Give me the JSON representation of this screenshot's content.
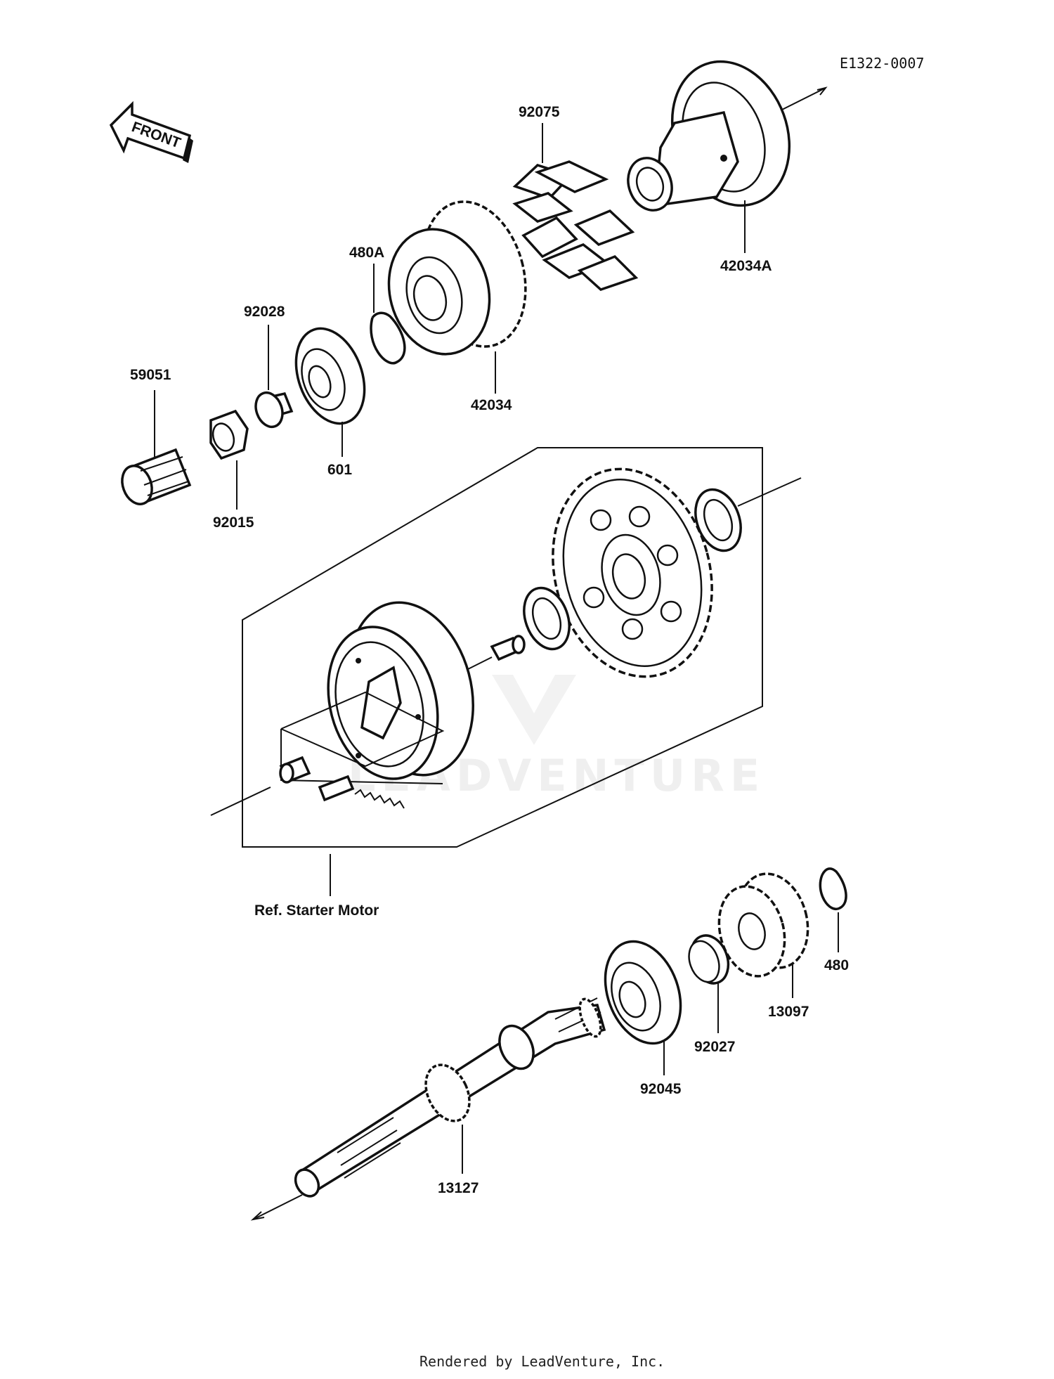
{
  "diagram_code": "E1322-0007",
  "front_arrow": "FRONT",
  "footer": "Rendered by LeadVenture, Inc.",
  "watermark": "LEADVENTURE",
  "parts": {
    "p92075": "92075",
    "p42034A": "42034A",
    "p480A": "480A",
    "p92028": "92028",
    "p42034": "42034",
    "p59051": "59051",
    "p601": "601",
    "p92015": "92015",
    "ref_starter": "Ref. Starter Motor",
    "p480": "480",
    "p13097": "13097",
    "p92027": "92027",
    "p92045": "92045",
    "p13127": "13127"
  },
  "icons": [
    "front-arrow-icon",
    "gear-icon",
    "bearing-icon",
    "circlip-icon",
    "shaft-icon"
  ]
}
